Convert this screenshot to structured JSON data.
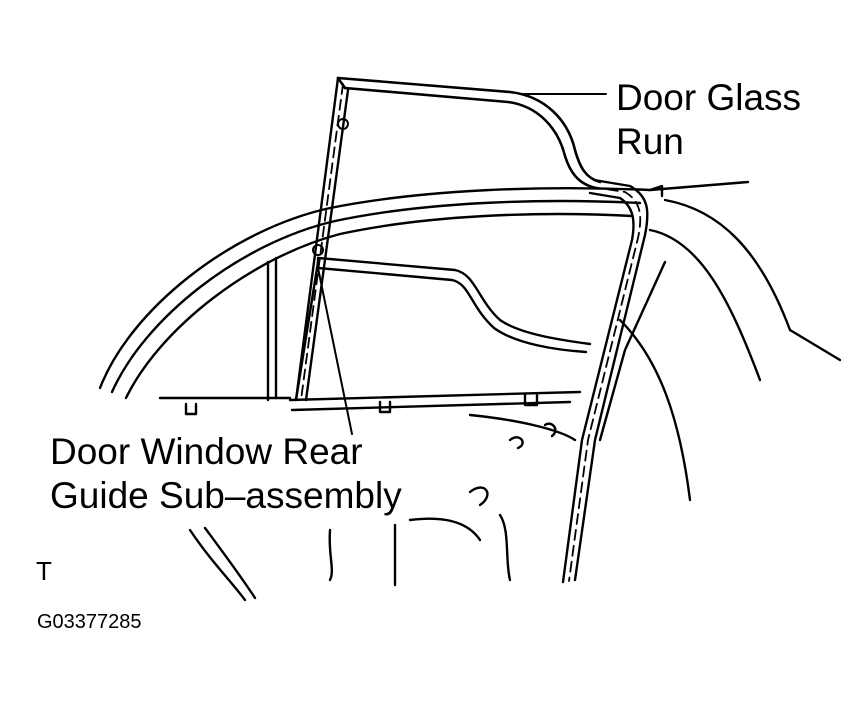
{
  "labels": {
    "door_glass_run": [
      "Door Glass",
      "Run"
    ],
    "rear_guide": [
      "Door Window Rear",
      "Guide Sub–assembly"
    ],
    "view_mark": "T",
    "figure_code": "G03377285"
  }
}
